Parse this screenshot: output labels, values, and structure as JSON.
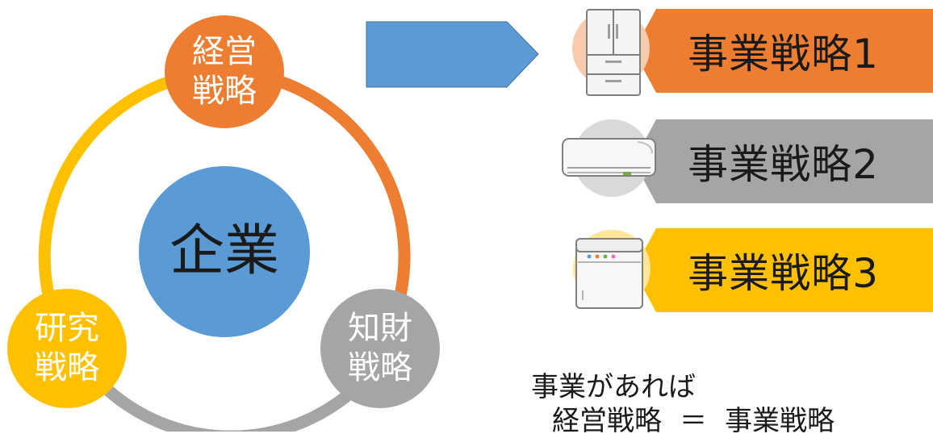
{
  "diagram": {
    "center": {
      "label": "企業"
    },
    "nodes": [
      {
        "id": "management",
        "label": "経営\n戦略"
      },
      {
        "id": "ip",
        "label": "知財\n戦略"
      },
      {
        "id": "research",
        "label": "研究\n戦略"
      }
    ],
    "business_strategies": [
      {
        "label": "事業戦略1",
        "icon": "refrigerator-icon"
      },
      {
        "label": "事業戦略2",
        "icon": "air-conditioner-icon"
      },
      {
        "label": "事業戦略3",
        "icon": "washing-machine-icon"
      }
    ],
    "note": {
      "line1": "事業があれば",
      "line2_left": "経営戦略",
      "line2_eq": "＝",
      "line2_right": "事業戦略"
    }
  },
  "colors": {
    "orange": "#ED7D31",
    "gray": "#A5A5A5",
    "yellow": "#FFC000",
    "blue": "#5B9BD5",
    "arrow": "#5B9BD5"
  }
}
